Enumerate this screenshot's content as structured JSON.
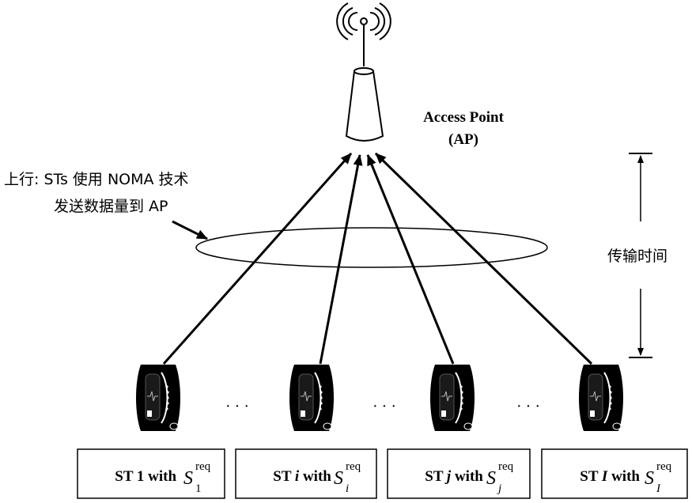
{
  "access_point": {
    "name_line1": "Access Point",
    "name_line2": "(AP)"
  },
  "uplink_annotation": {
    "line1": "上行: STs 使用 NOMA 技术",
    "line2": "发送数据量到 AP"
  },
  "transmission_time_label": "传输时间",
  "ellipsis": "· · ·",
  "stations": [
    {
      "prefix": "ST ",
      "index": "1",
      "index_italic": false,
      "suffix": " with ",
      "symbol": "S",
      "sup": "req",
      "sub": "1",
      "sub_italic": false
    },
    {
      "prefix": "ST ",
      "index": "i",
      "index_italic": true,
      "suffix": " with ",
      "symbol": "S",
      "sup": "req",
      "sub": "i",
      "sub_italic": true
    },
    {
      "prefix": "ST ",
      "index": "j",
      "index_italic": true,
      "suffix": " with ",
      "symbol": "S",
      "sup": "req",
      "sub": "j",
      "sub_italic": true
    },
    {
      "prefix": "ST ",
      "index": "I",
      "index_italic": true,
      "suffix": " with ",
      "symbol": "S",
      "sup": "req",
      "sub": "I",
      "sub_italic": true
    }
  ]
}
